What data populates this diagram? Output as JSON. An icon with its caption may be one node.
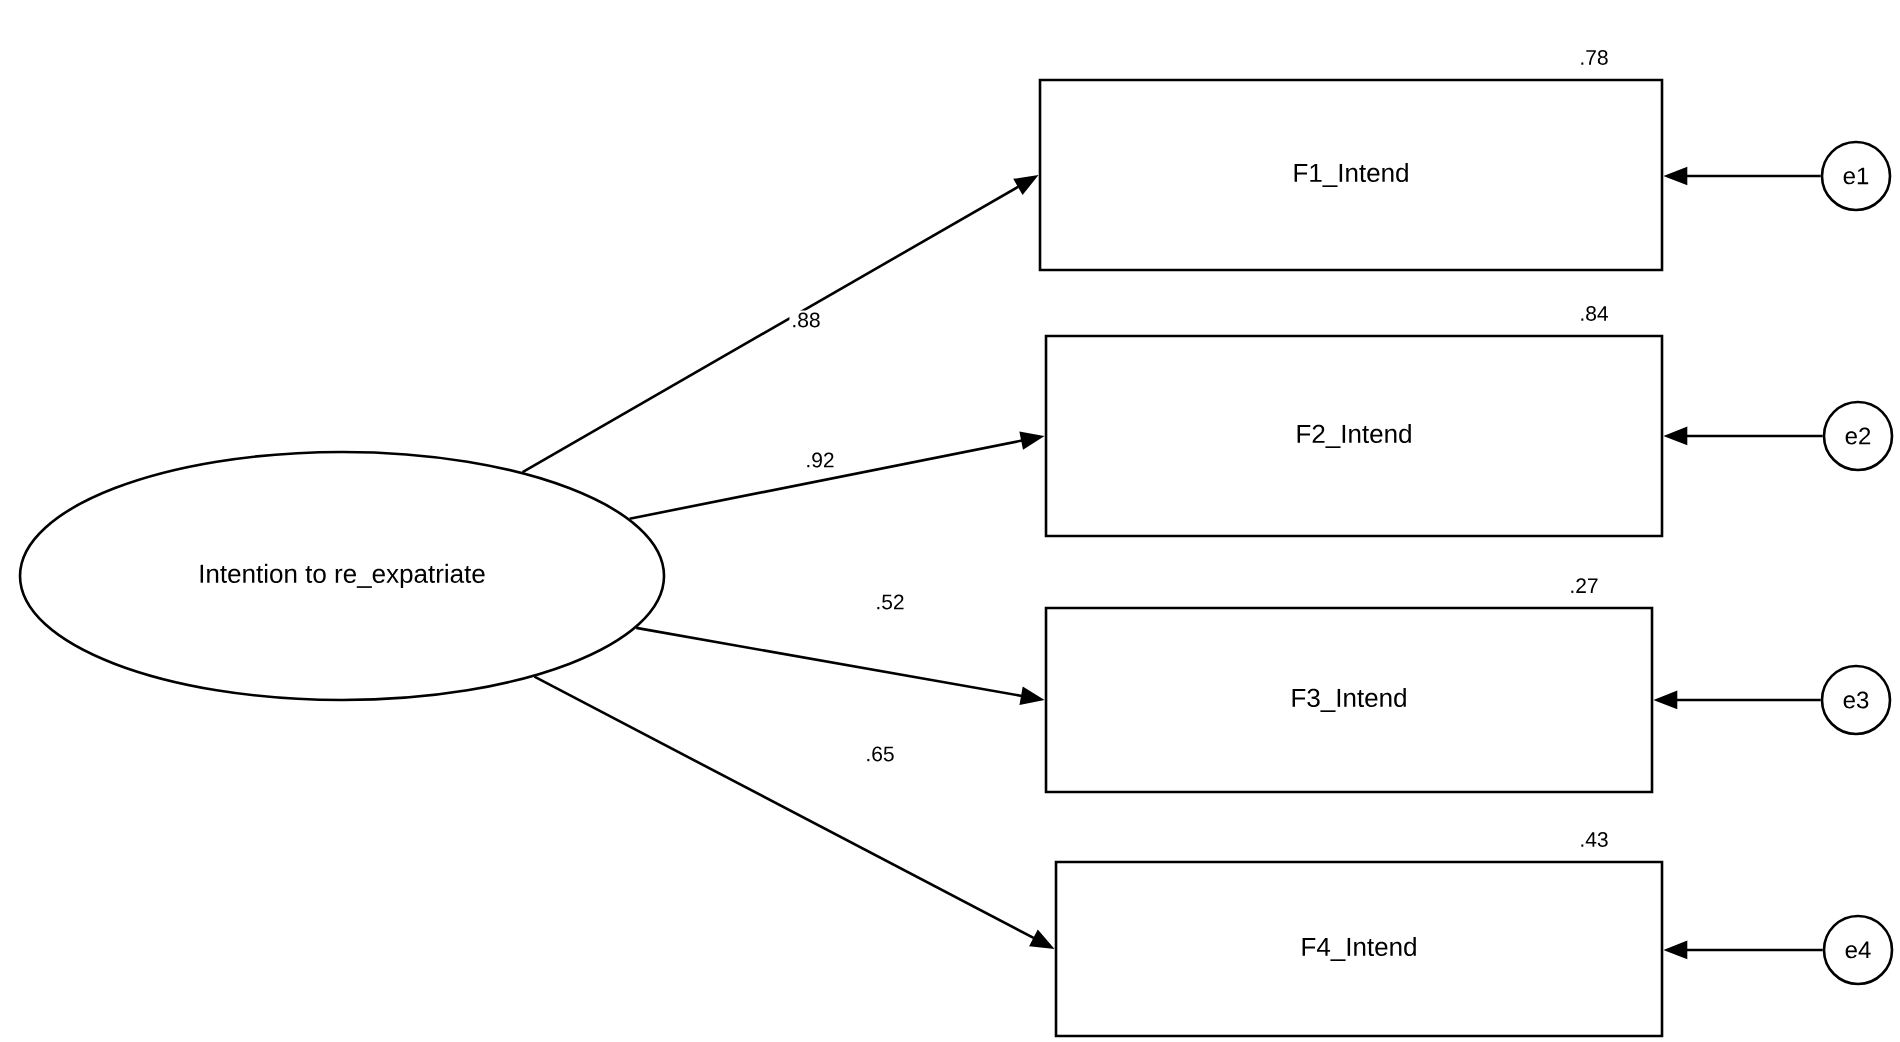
{
  "diagram": {
    "nodes": [
      {
        "text": [
          "Intention to re_expatriate"
        ]
      },
      {
        "text": [
          "F1_Intend"
        ],
        "beside": [
          ".78"
        ]
      },
      {
        "text": [
          "F2_Intend"
        ],
        "beside": [
          ".84"
        ]
      },
      {
        "text": [
          "F3_Intend"
        ],
        "beside": [
          ".27"
        ]
      },
      {
        "text": [
          "F4_Intend"
        ],
        "beside": [
          ".43"
        ]
      },
      {
        "text": [
          "e1"
        ]
      },
      {
        "text": [
          "e2"
        ]
      },
      {
        "text": [
          "e3"
        ]
      },
      {
        "text": [
          "e4"
        ]
      }
    ],
    "edges": [
      {
        "from": 0,
        "to": 1,
        "arrow": "to",
        "label": ".88"
      },
      {
        "from": 0,
        "to": 2,
        "arrow": "to",
        "label": ".92"
      },
      {
        "from": 0,
        "to": 3,
        "arrow": "to",
        "label": ".52"
      },
      {
        "from": 0,
        "to": 4,
        "arrow": "to",
        "label": ".65"
      },
      {
        "from": 5,
        "to": 1,
        "arrow": "to"
      },
      {
        "from": 6,
        "to": 2,
        "arrow": "to"
      },
      {
        "from": 7,
        "to": 3,
        "arrow": "to"
      },
      {
        "from": 8,
        "to": 4,
        "arrow": "to"
      }
    ]
  }
}
